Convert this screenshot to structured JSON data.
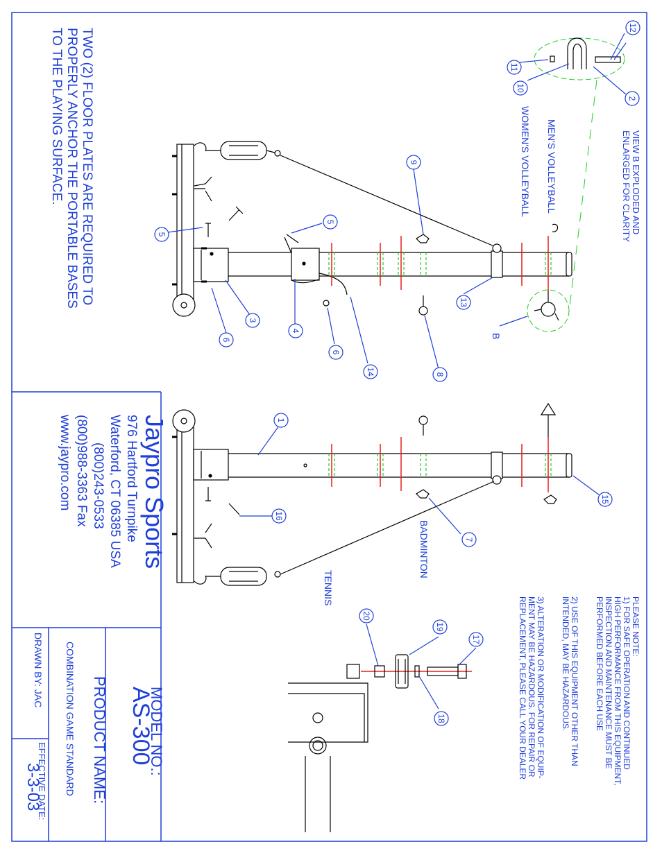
{
  "warning_text": [
    "TWO (2) FLOOR PLATES ARE REQUIRED TO",
    "PROPERLY ANCHOR THE PORTABLE BASES",
    "TO THE PLAYING SURFACE."
  ],
  "view_b_note": [
    "VIEW B EXPLODED AND",
    "ENLARGED FOR CLARITY"
  ],
  "view_label": "B",
  "height_labels": {
    "mens_volleyball": "MEN'S  VOLLEYBALL",
    "womens_volleyball": "WOMEN'S  VOLLEYBALL",
    "badminton": "BADMINTON",
    "tennis": "TENNIS"
  },
  "company": {
    "name": "Jaypro Sports",
    "address1": "976 Hartford Turnpike",
    "address2": "Waterford, CT 06385 USA",
    "phone": "(800)243-0533",
    "fax": "(800)988-3363 Fax",
    "web": "www.jaypro.com"
  },
  "title_block": {
    "model_label": "MODEL NO.:",
    "model": "AS-300",
    "product_label": "PRODUCT NAME:",
    "product": "COMBINATION GAME STANDARD",
    "drawn_by": "DRAWN BY: JAC",
    "effective_label": "EFFECTIVE DATE:",
    "effective_date": "3-3-03"
  },
  "notes": [
    "PLEASE NOTE:",
    "1) FOR SAFE OPERATION AND CONTINUED",
    "    HIGH PERFORMANCE FROM THIS EQUIPMENT,",
    "    INSPECTION AND MAINTENANCE MUST BE",
    "    PERFORMED BEFORE EACH USE",
    "",
    "2) USE OF THIS EQUIPMENT OTHER THAN",
    "    INTENDED, MAY BE HAZARDOUS.",
    "",
    "3) ALTERATION OR MODIFICATION OF EQUIP-",
    "    MENT MAY BE HAZARDOUS.  FOR REPAIR OR",
    "    REPLACEMENT, PLEASE CALL YOUR DEALER"
  ],
  "callouts": [
    "1",
    "2",
    "3",
    "4",
    "5",
    "5",
    "6",
    "6",
    "7",
    "8",
    "9",
    "10",
    "11",
    "12",
    "13",
    "14",
    "15",
    "16",
    "17",
    "18",
    "19",
    "20"
  ],
  "colors": {
    "line": "#1e3fd8",
    "ink": "#000000",
    "mark_red": "#e81e1e",
    "mark_green": "#22cc22"
  }
}
